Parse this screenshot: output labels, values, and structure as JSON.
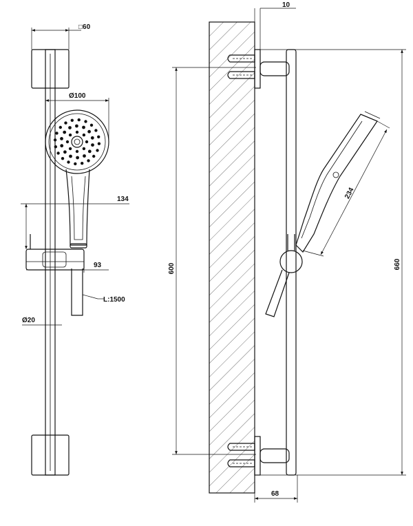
{
  "dimensions": {
    "bracket_square": "□60",
    "head_diameter": "Ø100",
    "head_height": "134",
    "holder_depth": "93",
    "hose_length": "L:1500",
    "rail_diameter": "Ø20",
    "wall_offset": "10",
    "bracket_spacing": "600",
    "rail_height": "660",
    "handshower_length": "234",
    "projection": "68"
  }
}
